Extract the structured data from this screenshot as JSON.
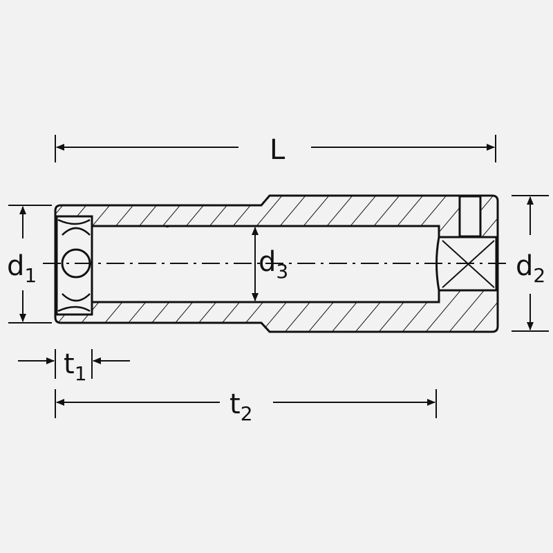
{
  "title": "Deep socket dimension drawing",
  "labels": {
    "L": "L",
    "d1": {
      "base": "d",
      "sub": "1"
    },
    "d2": {
      "base": "d",
      "sub": "2"
    },
    "d3": {
      "base": "d",
      "sub": "3"
    },
    "t1": {
      "base": "t",
      "sub": "1"
    },
    "t2": {
      "base": "t",
      "sub": "2"
    }
  },
  "colors": {
    "background": "#f2f2f2",
    "ink": "#111111"
  }
}
